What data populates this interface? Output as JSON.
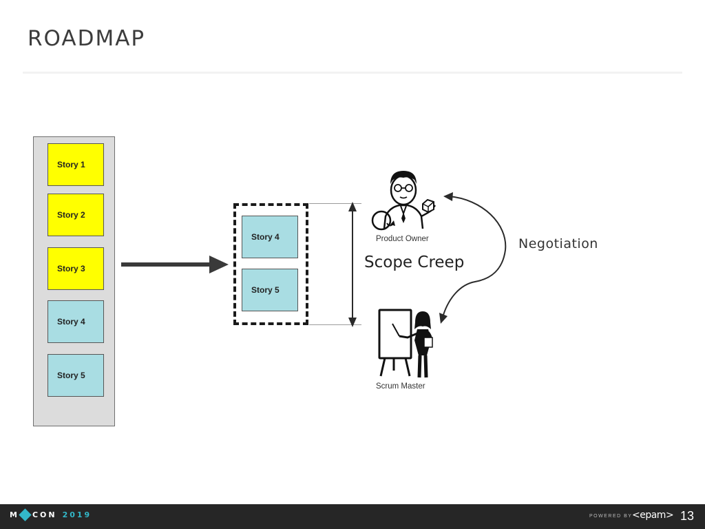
{
  "slide": {
    "title": "ROADMAP",
    "page_number": "13"
  },
  "backlog": [
    {
      "label": "Story 1",
      "color": "#ffff00"
    },
    {
      "label": "Story 2",
      "color": "#ffff00"
    },
    {
      "label": "Story 3",
      "color": "#ffff00"
    },
    {
      "label": "Story 4",
      "color": "#a9dde3"
    },
    {
      "label": "Story 5",
      "color": "#a9dde3"
    }
  ],
  "sprint": [
    {
      "label": "Story 4",
      "color": "#a9dde3"
    },
    {
      "label": "Story 5",
      "color": "#a9dde3"
    }
  ],
  "scope": {
    "label": "Scope Creep"
  },
  "roles": {
    "product_owner": "Product Owner",
    "scrum_master": "Scrum Master"
  },
  "negotiation": {
    "label": "Negotiation"
  },
  "footer": {
    "brand": "M CON",
    "year": "2019",
    "powered_by": "POWERED BY",
    "partner": "<epam>"
  },
  "icons": [
    "product-owner-icon",
    "scrum-master-icon",
    "diamond-logo-icon"
  ],
  "colors": {
    "yellow": "#ffff00",
    "blue": "#a9dde3",
    "accent": "#33b8c9",
    "footer_bg": "#262626"
  }
}
